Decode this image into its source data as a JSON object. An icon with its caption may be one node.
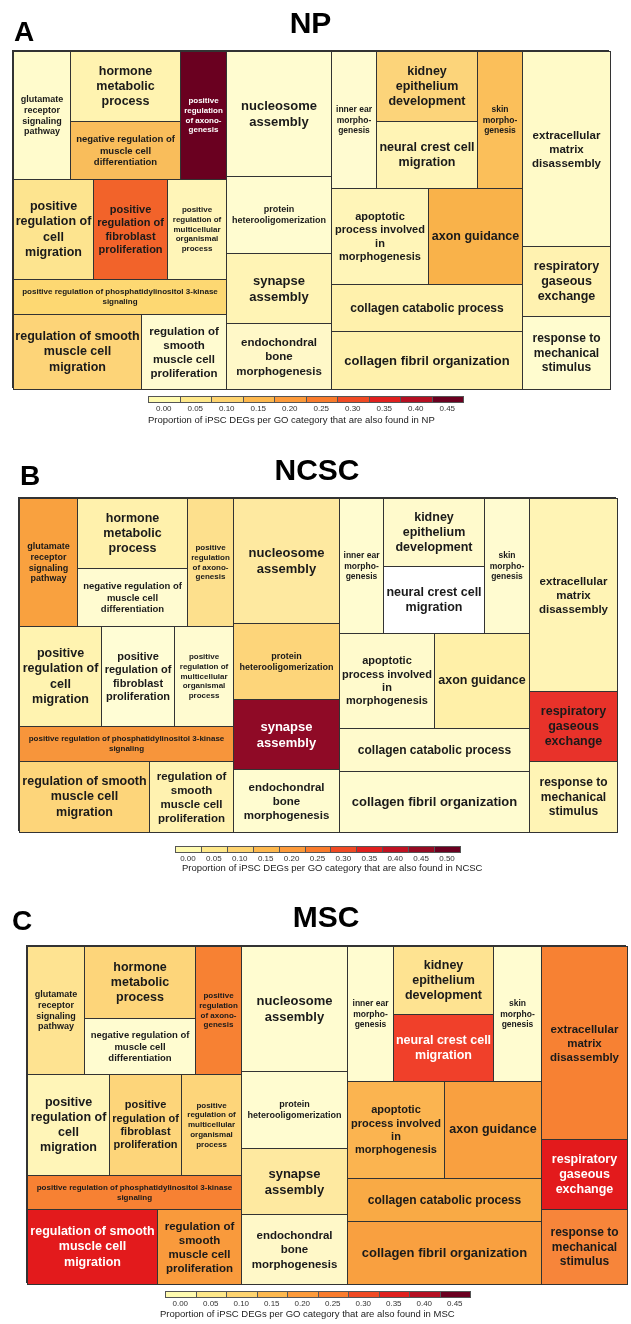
{
  "diagram": {
    "nodes": [
      {
        "text": [
          "NP"
        ]
      },
      {
        "text": [
          "glutamate receptor signaling pathway"
        ],
        "in": 0
      },
      {
        "text": [
          "hormone metabolic process"
        ],
        "in": 0
      },
      {
        "text": [
          "negative regulation of muscle cell differentiation"
        ],
        "in": 0
      },
      {
        "text": [
          "positive regulation of axono-genesis"
        ],
        "in": 0
      },
      {
        "text": [
          "positive regulation of cell migration"
        ],
        "in": 0
      },
      {
        "text": [
          "positive regulation of fibroblast proliferation"
        ],
        "in": 0
      },
      {
        "text": [
          "positive regulation of multicellular organismal process"
        ],
        "in": 0
      },
      {
        "text": [
          "positive regulation of phosphatidylinositol 3-kinase signaling"
        ],
        "in": 0
      },
      {
        "text": [
          "regulation of smooth muscle cell migration"
        ],
        "in": 0
      },
      {
        "text": [
          "regulation of smooth muscle cell proliferation"
        ],
        "in": 0
      },
      {
        "text": [
          "nucleosome assembly"
        ],
        "in": 0
      },
      {
        "text": [
          "protein heterooligomerization"
        ],
        "in": 0
      },
      {
        "text": [
          "synapse assembly"
        ],
        "in": 0
      },
      {
        "text": [
          "endochondral bone morphogenesis"
        ],
        "in": 0
      },
      {
        "text": [
          "inner ear morpho-genesis"
        ],
        "in": 0
      },
      {
        "text": [
          "kidney epithelium development"
        ],
        "in": 0
      },
      {
        "text": [
          "neural crest cell migration"
        ],
        "in": 0
      },
      {
        "text": [
          "skin morpho-genesis"
        ],
        "in": 0
      },
      {
        "text": [
          "apoptotic process involved in morphogenesis"
        ],
        "in": 0
      },
      {
        "text": [
          "axon guidance"
        ],
        "in": 0
      },
      {
        "text": [
          "collagen catabolic process"
        ],
        "in": 0
      },
      {
        "text": [
          "collagen fibril organization"
        ],
        "in": 0
      },
      {
        "text": [
          "extracellular matrix disassembly"
        ],
        "in": 0
      },
      {
        "text": [
          "respiratory gaseous exchange"
        ],
        "in": 0
      },
      {
        "text": [
          "response to mechanical stimulus"
        ],
        "in": 0
      },
      {
        "text": [
          "NCSC"
        ]
      },
      {
        "text": [
          "glutamate receptor signaling pathway"
        ],
        "in": 26
      },
      {
        "text": [
          "hormone metabolic process"
        ],
        "in": 26
      },
      {
        "text": [
          "negative regulation of muscle cell differentiation"
        ],
        "in": 26
      },
      {
        "text": [
          "positive regulation of axono-genesis"
        ],
        "in": 26
      },
      {
        "text": [
          "positive regulation of cell migration"
        ],
        "in": 26
      },
      {
        "text": [
          "positive regulation of fibroblast proliferation"
        ],
        "in": 26
      },
      {
        "text": [
          "positive regulation of multicellular organismal process"
        ],
        "in": 26
      },
      {
        "text": [
          "positive regulation of phosphatidylinositol 3-kinase signaling"
        ],
        "in": 26
      },
      {
        "text": [
          "regulation of smooth muscle cell migration"
        ],
        "in": 26
      },
      {
        "text": [
          "regulation of smooth muscle cell proliferation"
        ],
        "in": 26
      },
      {
        "text": [
          "nucleosome assembly"
        ],
        "in": 26
      },
      {
        "text": [
          "protein heterooligomerization"
        ],
        "in": 26
      },
      {
        "text": [
          "synapse assembly"
        ],
        "in": 26
      },
      {
        "text": [
          "endochondral bone morphogenesis"
        ],
        "in": 26
      },
      {
        "text": [
          "inner ear morpho-genesis"
        ],
        "in": 26
      },
      {
        "text": [
          "kidney epithelium development"
        ],
        "in": 26
      },
      {
        "text": [
          "neural crest cell migration"
        ],
        "in": 26
      },
      {
        "text": [
          "skin morpho-genesis"
        ],
        "in": 26
      },
      {
        "text": [
          "apoptotic process involved in morphogenesis"
        ],
        "in": 26
      },
      {
        "text": [
          "axon guidance"
        ],
        "in": 26
      },
      {
        "text": [
          "collagen catabolic process"
        ],
        "in": 26
      },
      {
        "text": [
          "collagen fibril organization"
        ],
        "in": 26
      },
      {
        "text": [
          "extracellular matrix disassembly"
        ],
        "in": 26
      },
      {
        "text": [
          "respiratory gaseous exchange"
        ],
        "in": 26
      },
      {
        "text": [
          "response to mechanical stimulus"
        ],
        "in": 26
      },
      {
        "text": [
          "MSC"
        ]
      },
      {
        "text": [
          "glutamate receptor signaling pathway"
        ],
        "in": 52
      },
      {
        "text": [
          "hormone metabolic process"
        ],
        "in": 52
      },
      {
        "text": [
          "negative regulation of muscle cell differentiation"
        ],
        "in": 52
      },
      {
        "text": [
          "positive regulation of axono-genesis"
        ],
        "in": 52
      },
      {
        "text": [
          "positive regulation of cell migration"
        ],
        "in": 52
      },
      {
        "text": [
          "positive regulation of fibroblast proliferation"
        ],
        "in": 52
      },
      {
        "text": [
          "positive regulation of multicellular organismal process"
        ],
        "in": 52
      },
      {
        "text": [
          "positive regulation of phosphatidylinositol 3-kinase signaling"
        ],
        "in": 52
      },
      {
        "text": [
          "regulation of smooth muscle cell migration"
        ],
        "in": 52
      },
      {
        "text": [
          "regulation of smooth muscle cell proliferation"
        ],
        "in": 52
      },
      {
        "text": [
          "nucleosome assembly"
        ],
        "in": 52
      },
      {
        "text": [
          "protein heterooligomerization"
        ],
        "in": 52
      },
      {
        "text": [
          "synapse assembly"
        ],
        "in": 52
      },
      {
        "text": [
          "endochondral bone morphogenesis"
        ],
        "in": 52
      },
      {
        "text": [
          "inner ear morpho-genesis"
        ],
        "in": 52
      },
      {
        "text": [
          "kidney epithelium development"
        ],
        "in": 52
      },
      {
        "text": [
          "neural crest cell migration"
        ],
        "in": 52
      },
      {
        "text": [
          "skin morpho-genesis"
        ],
        "in": 52
      },
      {
        "text": [
          "apoptotic process involved in morphogenesis"
        ],
        "in": 52
      },
      {
        "text": [
          "axon guidance"
        ],
        "in": 52
      },
      {
        "text": [
          "collagen catabolic process"
        ],
        "in": 52
      },
      {
        "text": [
          "collagen fibril organization"
        ],
        "in": 52
      },
      {
        "text": [
          "extracellular matrix disassembly"
        ],
        "in": 52
      },
      {
        "text": [
          "respiratory gaseous exchange"
        ],
        "in": 52
      },
      {
        "text": [
          "response to mechanical stimulus"
        ],
        "in": 52
      }
    ],
    "labels": [
      "A",
      "Proportion of iPSC DEGs per GO category that are also found in NP",
      "B",
      "Proportion of iPSC DEGs per GO category that are also found in NCSC",
      "C",
      "Proportion of iPSC DEGs per GO category that are also found in MSC"
    ],
    "legend": [
      {
        "text": "0.00",
        "color": "#fffbb0"
      },
      {
        "text": "0.05",
        "color": "#fee88a"
      },
      {
        "text": "0.10",
        "color": "#fed470"
      },
      {
        "text": "0.15",
        "color": "#fdb84e"
      },
      {
        "text": "0.20",
        "color": "#fc9a3a"
      },
      {
        "text": "0.25",
        "color": "#f97b2c"
      },
      {
        "text": "0.30",
        "color": "#f04a24"
      },
      {
        "text": "0.35",
        "color": "#e0201e"
      },
      {
        "text": "0.40",
        "color": "#b50f22"
      },
      {
        "text": "0.45",
        "color": "#6a0020"
      },
      {
        "text": "0.00",
        "color": "#fffbb0"
      },
      {
        "text": "0.05",
        "color": "#fee88a"
      },
      {
        "text": "0.10",
        "color": "#fed470"
      },
      {
        "text": "0.15",
        "color": "#fdb84e"
      },
      {
        "text": "0.20",
        "color": "#fc9a3a"
      },
      {
        "text": "0.25",
        "color": "#f97b2c"
      },
      {
        "text": "0.30",
        "color": "#f04a24"
      },
      {
        "text": "0.35",
        "color": "#e0201e"
      },
      {
        "text": "0.40",
        "color": "#c01222"
      },
      {
        "text": "0.45",
        "color": "#950a22"
      },
      {
        "text": "0.50",
        "color": "#6a0020"
      },
      {
        "text": "0.00",
        "color": "#fffbb0"
      },
      {
        "text": "0.05",
        "color": "#fee88a"
      },
      {
        "text": "0.10",
        "color": "#fed470"
      },
      {
        "text": "0.15",
        "color": "#fdb84e"
      },
      {
        "text": "0.20",
        "color": "#fc9a3a"
      },
      {
        "text": "0.25",
        "color": "#f97b2c"
      },
      {
        "text": "0.30",
        "color": "#f04a24"
      },
      {
        "text": "0.35",
        "color": "#e0201e"
      },
      {
        "text": "0.40",
        "color": "#b50f22"
      },
      {
        "text": "0.45",
        "color": "#6a0020"
      }
    ]
  }
}
